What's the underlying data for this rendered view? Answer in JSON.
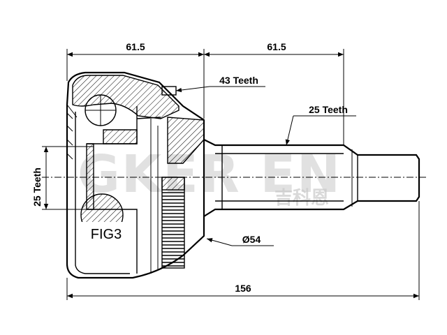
{
  "dimensions": {
    "top_left": "61.5",
    "top_right": "61.5",
    "overall_length": "156",
    "outer_diameter": "Ø54"
  },
  "callouts": {
    "outer_teeth": "43 Teeth",
    "shaft_spline": "25 Teeth",
    "inner_spline": "25 Teeth"
  },
  "section_label": "FIG3",
  "watermark": {
    "latin": "GKER EN",
    "chinese": "吉科恩"
  }
}
